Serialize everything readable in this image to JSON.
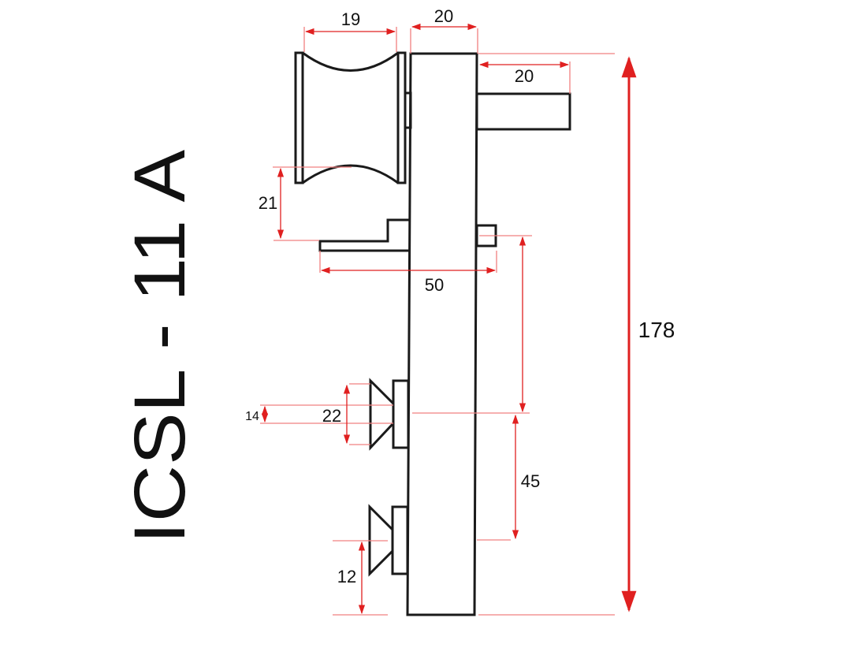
{
  "title": "ICSL - 11 A",
  "dimensions": {
    "roller_width": "19",
    "body_width": "20",
    "arm_length": "20",
    "bracket_offset": "21",
    "bracket_span": "50",
    "total_height": "178",
    "cup_spacing": "45",
    "cup_inner": "14",
    "cup_outer": "22",
    "bottom_offset": "12"
  },
  "colors": {
    "dimension": "#e02020",
    "extension": "#f08080",
    "outline": "#1a1a1a"
  }
}
